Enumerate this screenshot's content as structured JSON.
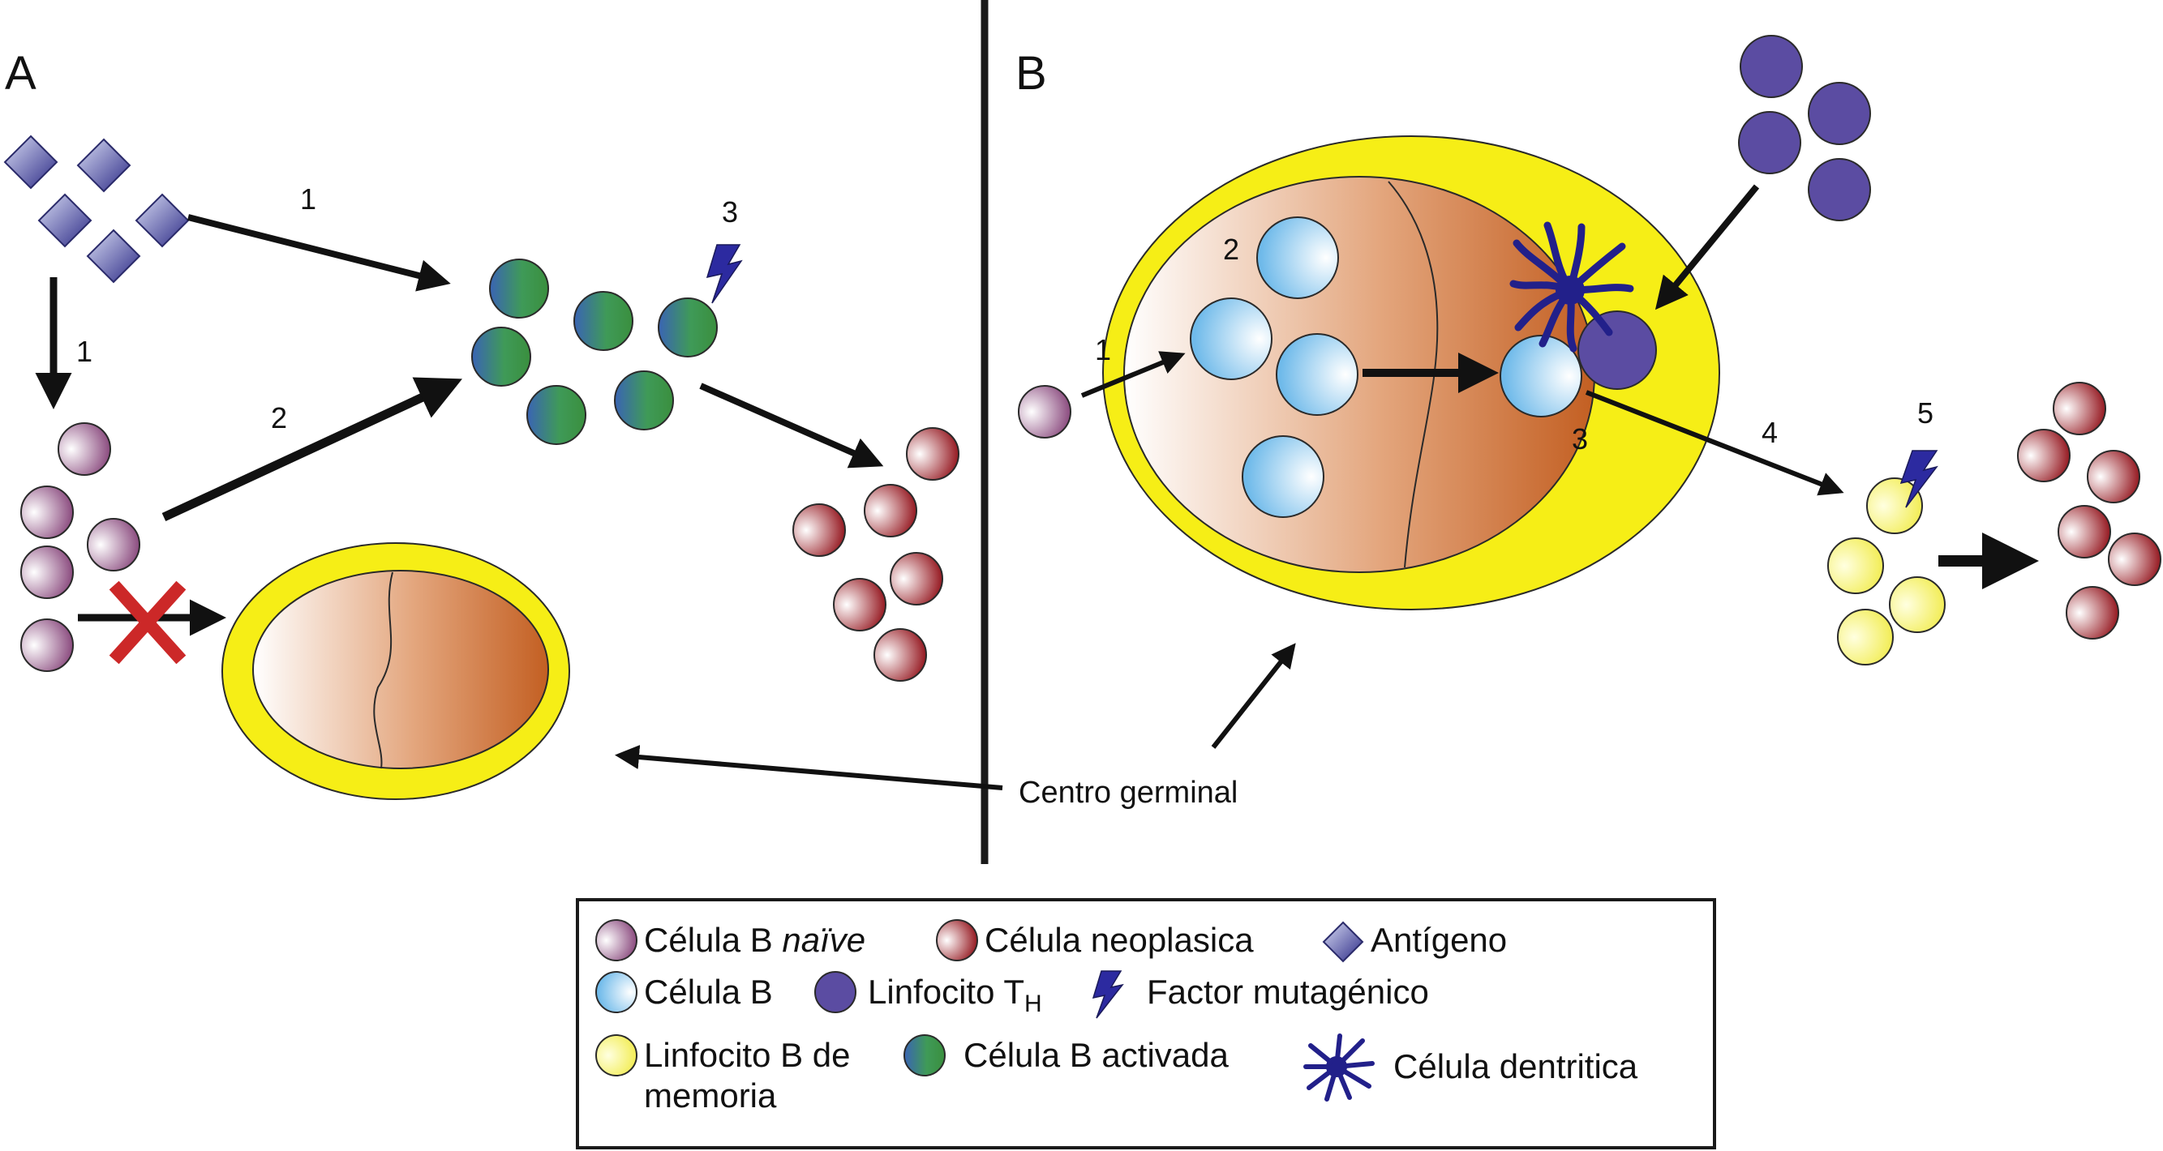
{
  "panels": {
    "a_label": "A",
    "b_label": "B"
  },
  "steps": {
    "a1_top": "1",
    "a1_left": "1",
    "a2": "2",
    "a3": "3",
    "b1": "1",
    "b2": "2",
    "b3": "3",
    "b4": "4",
    "b5": "5"
  },
  "germinal_center_label": "Centro germinal",
  "legend": {
    "naive_b_prefix": "Célula B ",
    "naive_b_italic": "naïve",
    "neoplastic": "Célula neoplasica",
    "antigen": "Antígeno",
    "b_cell": "Célula B",
    "th_prefix": "Linfocito T",
    "th_sub": "H",
    "mutagenic": "Factor mutagénico",
    "memory_line1": "Linfocito B de",
    "memory_line2": "memoria",
    "activated": "Célula B activada",
    "dendritic": "Célula dentritica"
  },
  "colors": {
    "naive": "#9a5a88",
    "neoplastic": "#9b1b22",
    "b_cell": "#7fc4ef",
    "th": "#5a4a9e",
    "memory": "#f4f060",
    "activated_blue": "#3f6db0",
    "activated_green": "#3f9a4f",
    "germinal_yellow": "#f6ee16",
    "germinal_brown": "#c8642a",
    "inhibit": "#cc2222",
    "dendritic": "#22208a"
  }
}
